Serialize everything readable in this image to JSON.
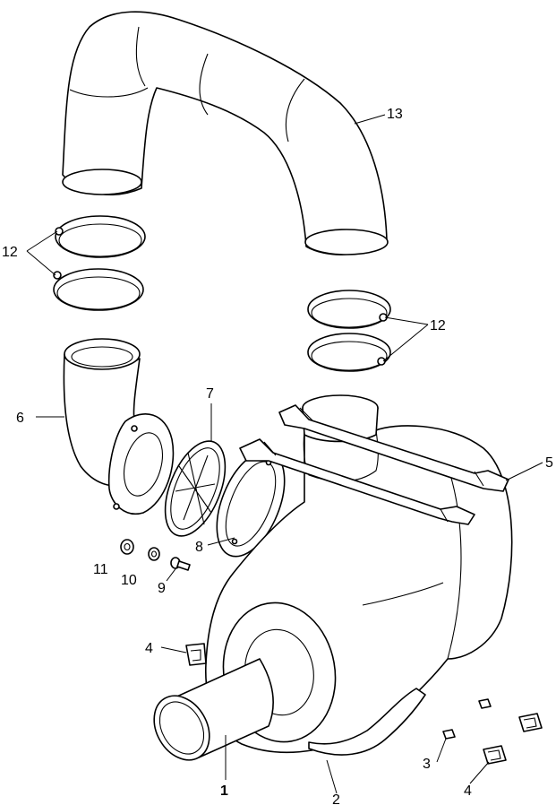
{
  "callouts": {
    "c1": "1",
    "c2": "2",
    "c3": "3",
    "c4a": "4",
    "c4b": "4",
    "c5": "5",
    "c6": "6",
    "c7": "7",
    "c8": "8",
    "c9": "9",
    "c10": "10",
    "c11": "11",
    "c12a": "12",
    "c12b": "12",
    "c13": "13"
  }
}
